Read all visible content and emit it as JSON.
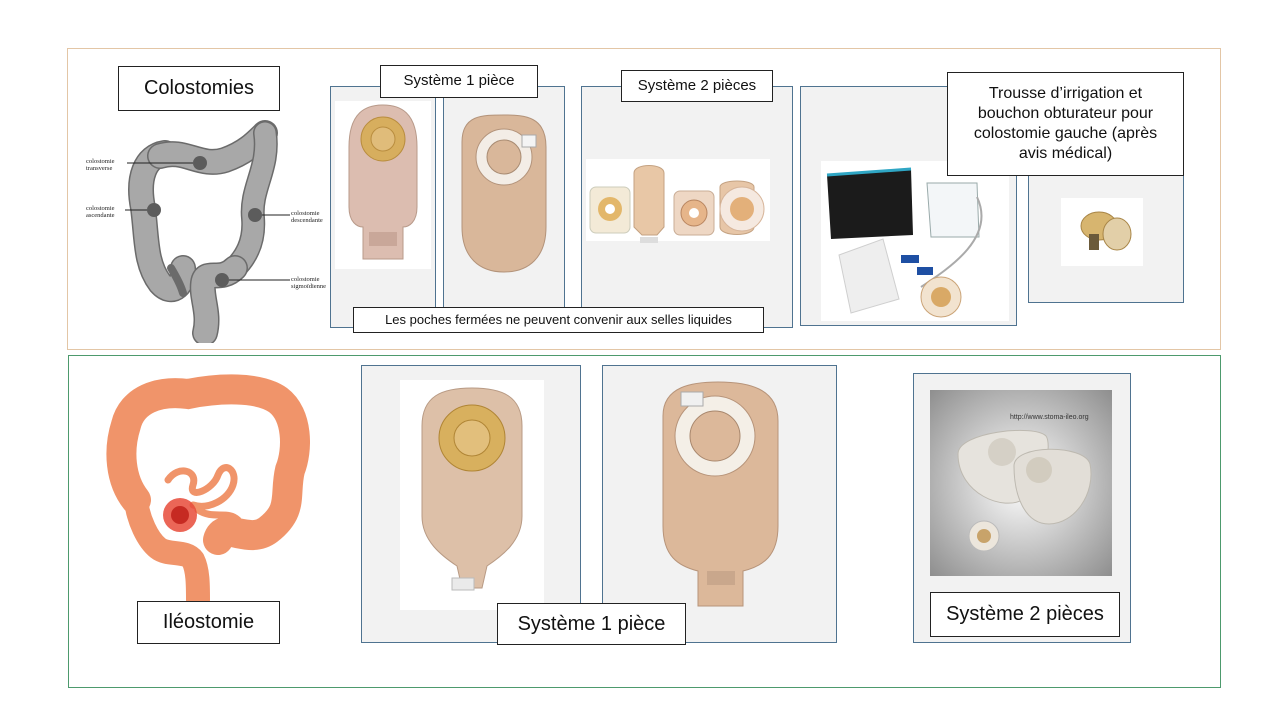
{
  "colostomy": {
    "title": "Colostomies",
    "diagram_labels": {
      "transverse": "colostomie\ntransverse",
      "ascending": "colostomie\nascendante",
      "descending": "colostomie\ndescendante",
      "sigmoid": "colostomie\nsigmoïdienne"
    },
    "one_piece_label": "Système 1 pièce",
    "two_piece_label": "Système 2 pièces",
    "irrigation_label": "Trousse d’irrigation et bouchon obturateur pour colostomie gauche (après avis médical)",
    "closed_pouch_note": "Les poches fermées ne peuvent convenir aux selles  liquides"
  },
  "ileostomy": {
    "title": "Iléostomie",
    "one_piece_label": "Système 1 pièce",
    "two_piece_label": "Système 2 pièces",
    "photo_caption": "http://www.stoma-ileo.org"
  },
  "colors": {
    "top_border": "#e3c6a6",
    "bottom_border": "#4d9a6d",
    "frame_border": "#4f7390",
    "intestine_orange": "#f0946a",
    "colon_gray": "#a8a8a8",
    "pouch_beige": "#d9b79a",
    "flange_yellow": "#d9b26a"
  }
}
